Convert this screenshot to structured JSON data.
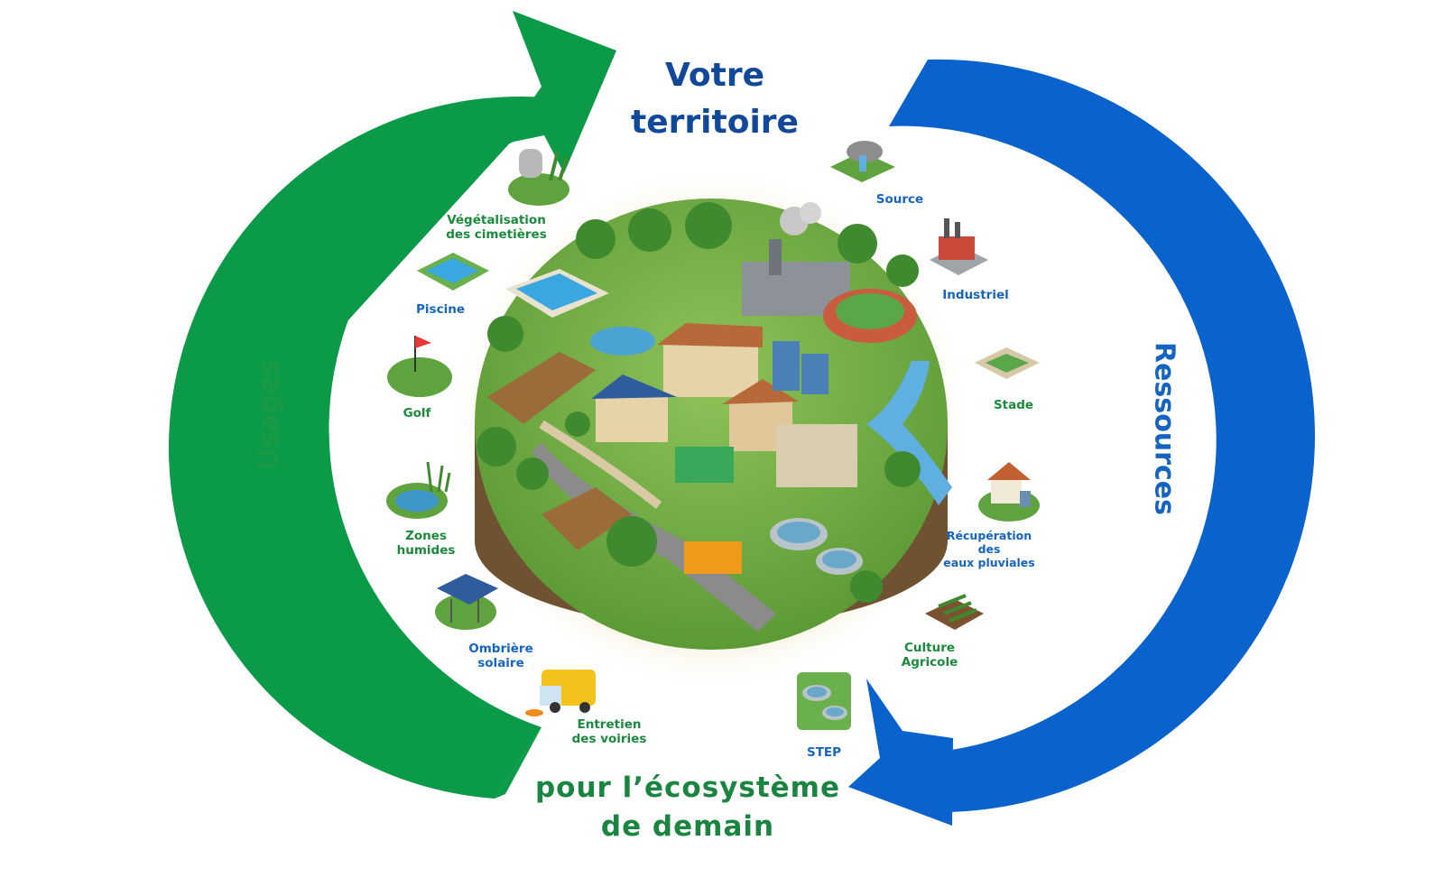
{
  "title": {
    "line1": "Votre",
    "line2": "territoire"
  },
  "bottom": {
    "line1": "pour l’écosystème",
    "line2": "de demain"
  },
  "arrows": {
    "usages": {
      "label": "Usages",
      "color": "#0a9a48"
    },
    "ressources": {
      "label": "Ressources",
      "color": "#0a62cc"
    }
  },
  "usages_items": [
    {
      "icon": "cemetery-icon",
      "line1": "Végétalisation",
      "line2": "des cimetières",
      "color": "green"
    },
    {
      "icon": "pool-icon",
      "line1": "Piscine",
      "line2": "",
      "color": "blue"
    },
    {
      "icon": "golf-icon",
      "line1": "Golf",
      "line2": "",
      "color": "green"
    },
    {
      "icon": "wetland-icon",
      "line1": "Zones",
      "line2": "humides",
      "color": "green"
    },
    {
      "icon": "solar-shade-icon",
      "line1": "Ombrière",
      "line2": "solaire",
      "color": "blue"
    },
    {
      "icon": "street-sweeper-icon",
      "line1": "Entretien",
      "line2": "des voiries",
      "color": "green"
    }
  ],
  "ressources_items": [
    {
      "icon": "spring-icon",
      "line1": "Source",
      "line2": "",
      "line3": "",
      "color": "blue"
    },
    {
      "icon": "factory-icon",
      "line1": "Industriel",
      "line2": "",
      "line3": "",
      "color": "blue"
    },
    {
      "icon": "stadium-icon",
      "line1": "Stade",
      "line2": "",
      "line3": "",
      "color": "green"
    },
    {
      "icon": "rainwater-house-icon",
      "line1": "Récupération",
      "line2": "des",
      "line3": "eaux pluviales",
      "color": "blue"
    },
    {
      "icon": "crops-icon",
      "line1": "Culture",
      "line2": "Agricole",
      "line3": "",
      "color": "green"
    },
    {
      "icon": "wastewater-plant-icon",
      "line1": "STEP",
      "line2": "",
      "line3": "",
      "color": "blue"
    }
  ]
}
